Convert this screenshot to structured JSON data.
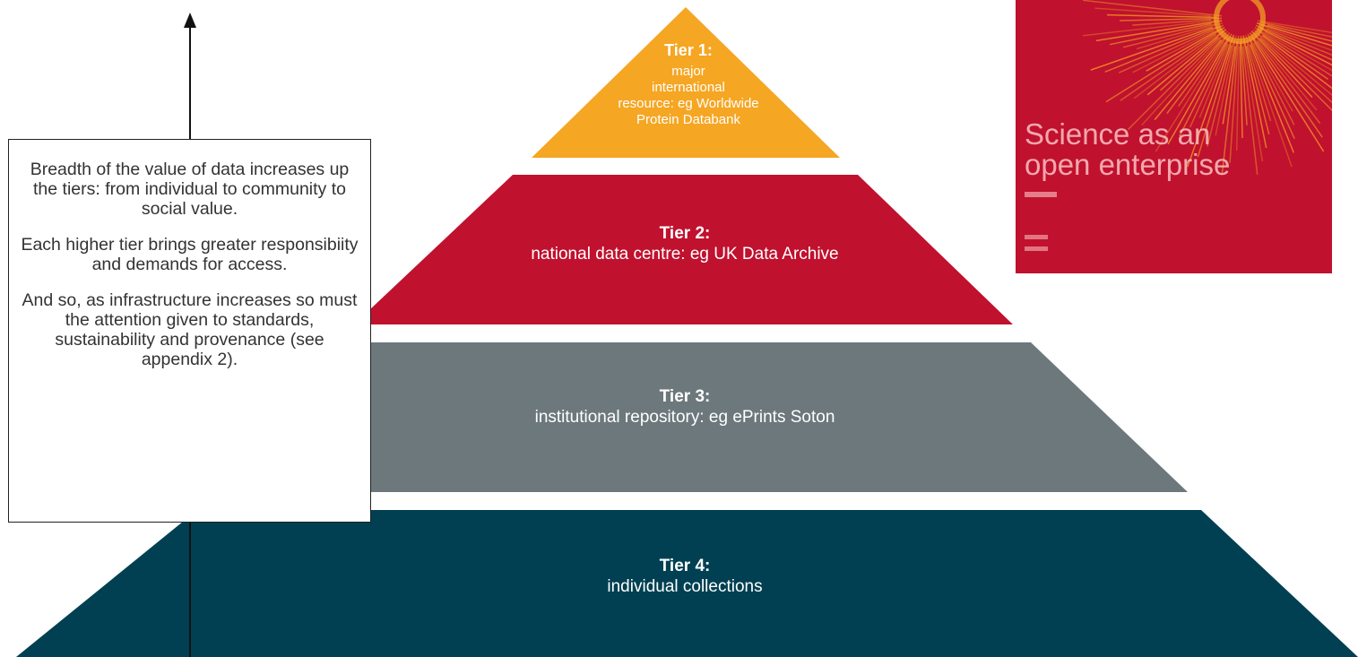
{
  "diagram": {
    "tiers": [
      {
        "id": "tier-1",
        "title": "Tier 1:",
        "lines": [
          "major",
          "international",
          "resource: eg Worldwide",
          "Protein Databank"
        ],
        "color": "#f5a623"
      },
      {
        "id": "tier-2",
        "title": "Tier 2:",
        "lines": [
          "national data centre: eg UK Data Archive"
        ],
        "color": "#c0112e"
      },
      {
        "id": "tier-3",
        "title": "Tier 3:",
        "lines": [
          "institutional repository: eg ePrints Soton"
        ],
        "color": "#6c787c"
      },
      {
        "id": "tier-4",
        "title": "Tier 4:",
        "lines": [
          "individual collections"
        ],
        "color": "#004052"
      }
    ],
    "callout": {
      "paragraphs": [
        "Breadth of the value of data increases up the tiers: from individual to community to social value.",
        "Each higher tier brings greater responsibiity and demands for access.",
        "And so, as infrastructure increases so must the attention given to standards, sustainability and provenance (see appendix 2)."
      ]
    },
    "cover": {
      "title_line1": "Science as an",
      "title_line2": "open enterprise",
      "color": "#c0112e",
      "accent_color": "#f5a623"
    },
    "arrow_color": "#111111"
  }
}
